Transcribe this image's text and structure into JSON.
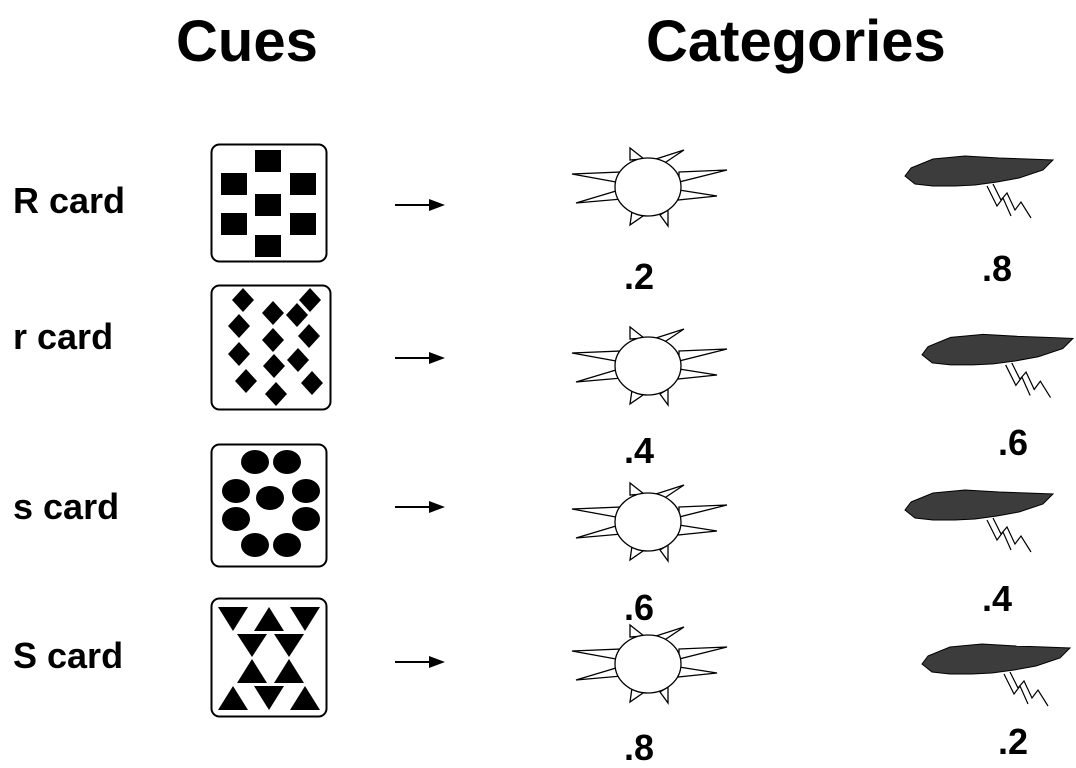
{
  "headings": {
    "cues": "Cues",
    "categories": "Categories"
  },
  "rows": [
    {
      "label": "R card",
      "card_pattern": "squares",
      "sun_prob": ".2",
      "storm_prob": ".8"
    },
    {
      "label": "r card",
      "card_pattern": "diamonds",
      "sun_prob": ".4",
      "storm_prob": ".6"
    },
    {
      "label": "s card",
      "card_pattern": "circles",
      "sun_prob": ".6",
      "storm_prob": ".4"
    },
    {
      "label": "S card",
      "card_pattern": "triangles",
      "sun_prob": ".8",
      "storm_prob": ".2"
    }
  ],
  "icons": {
    "arrow": "right-arrow-icon",
    "sun": "sun-icon",
    "storm": "storm-cloud-icon"
  }
}
